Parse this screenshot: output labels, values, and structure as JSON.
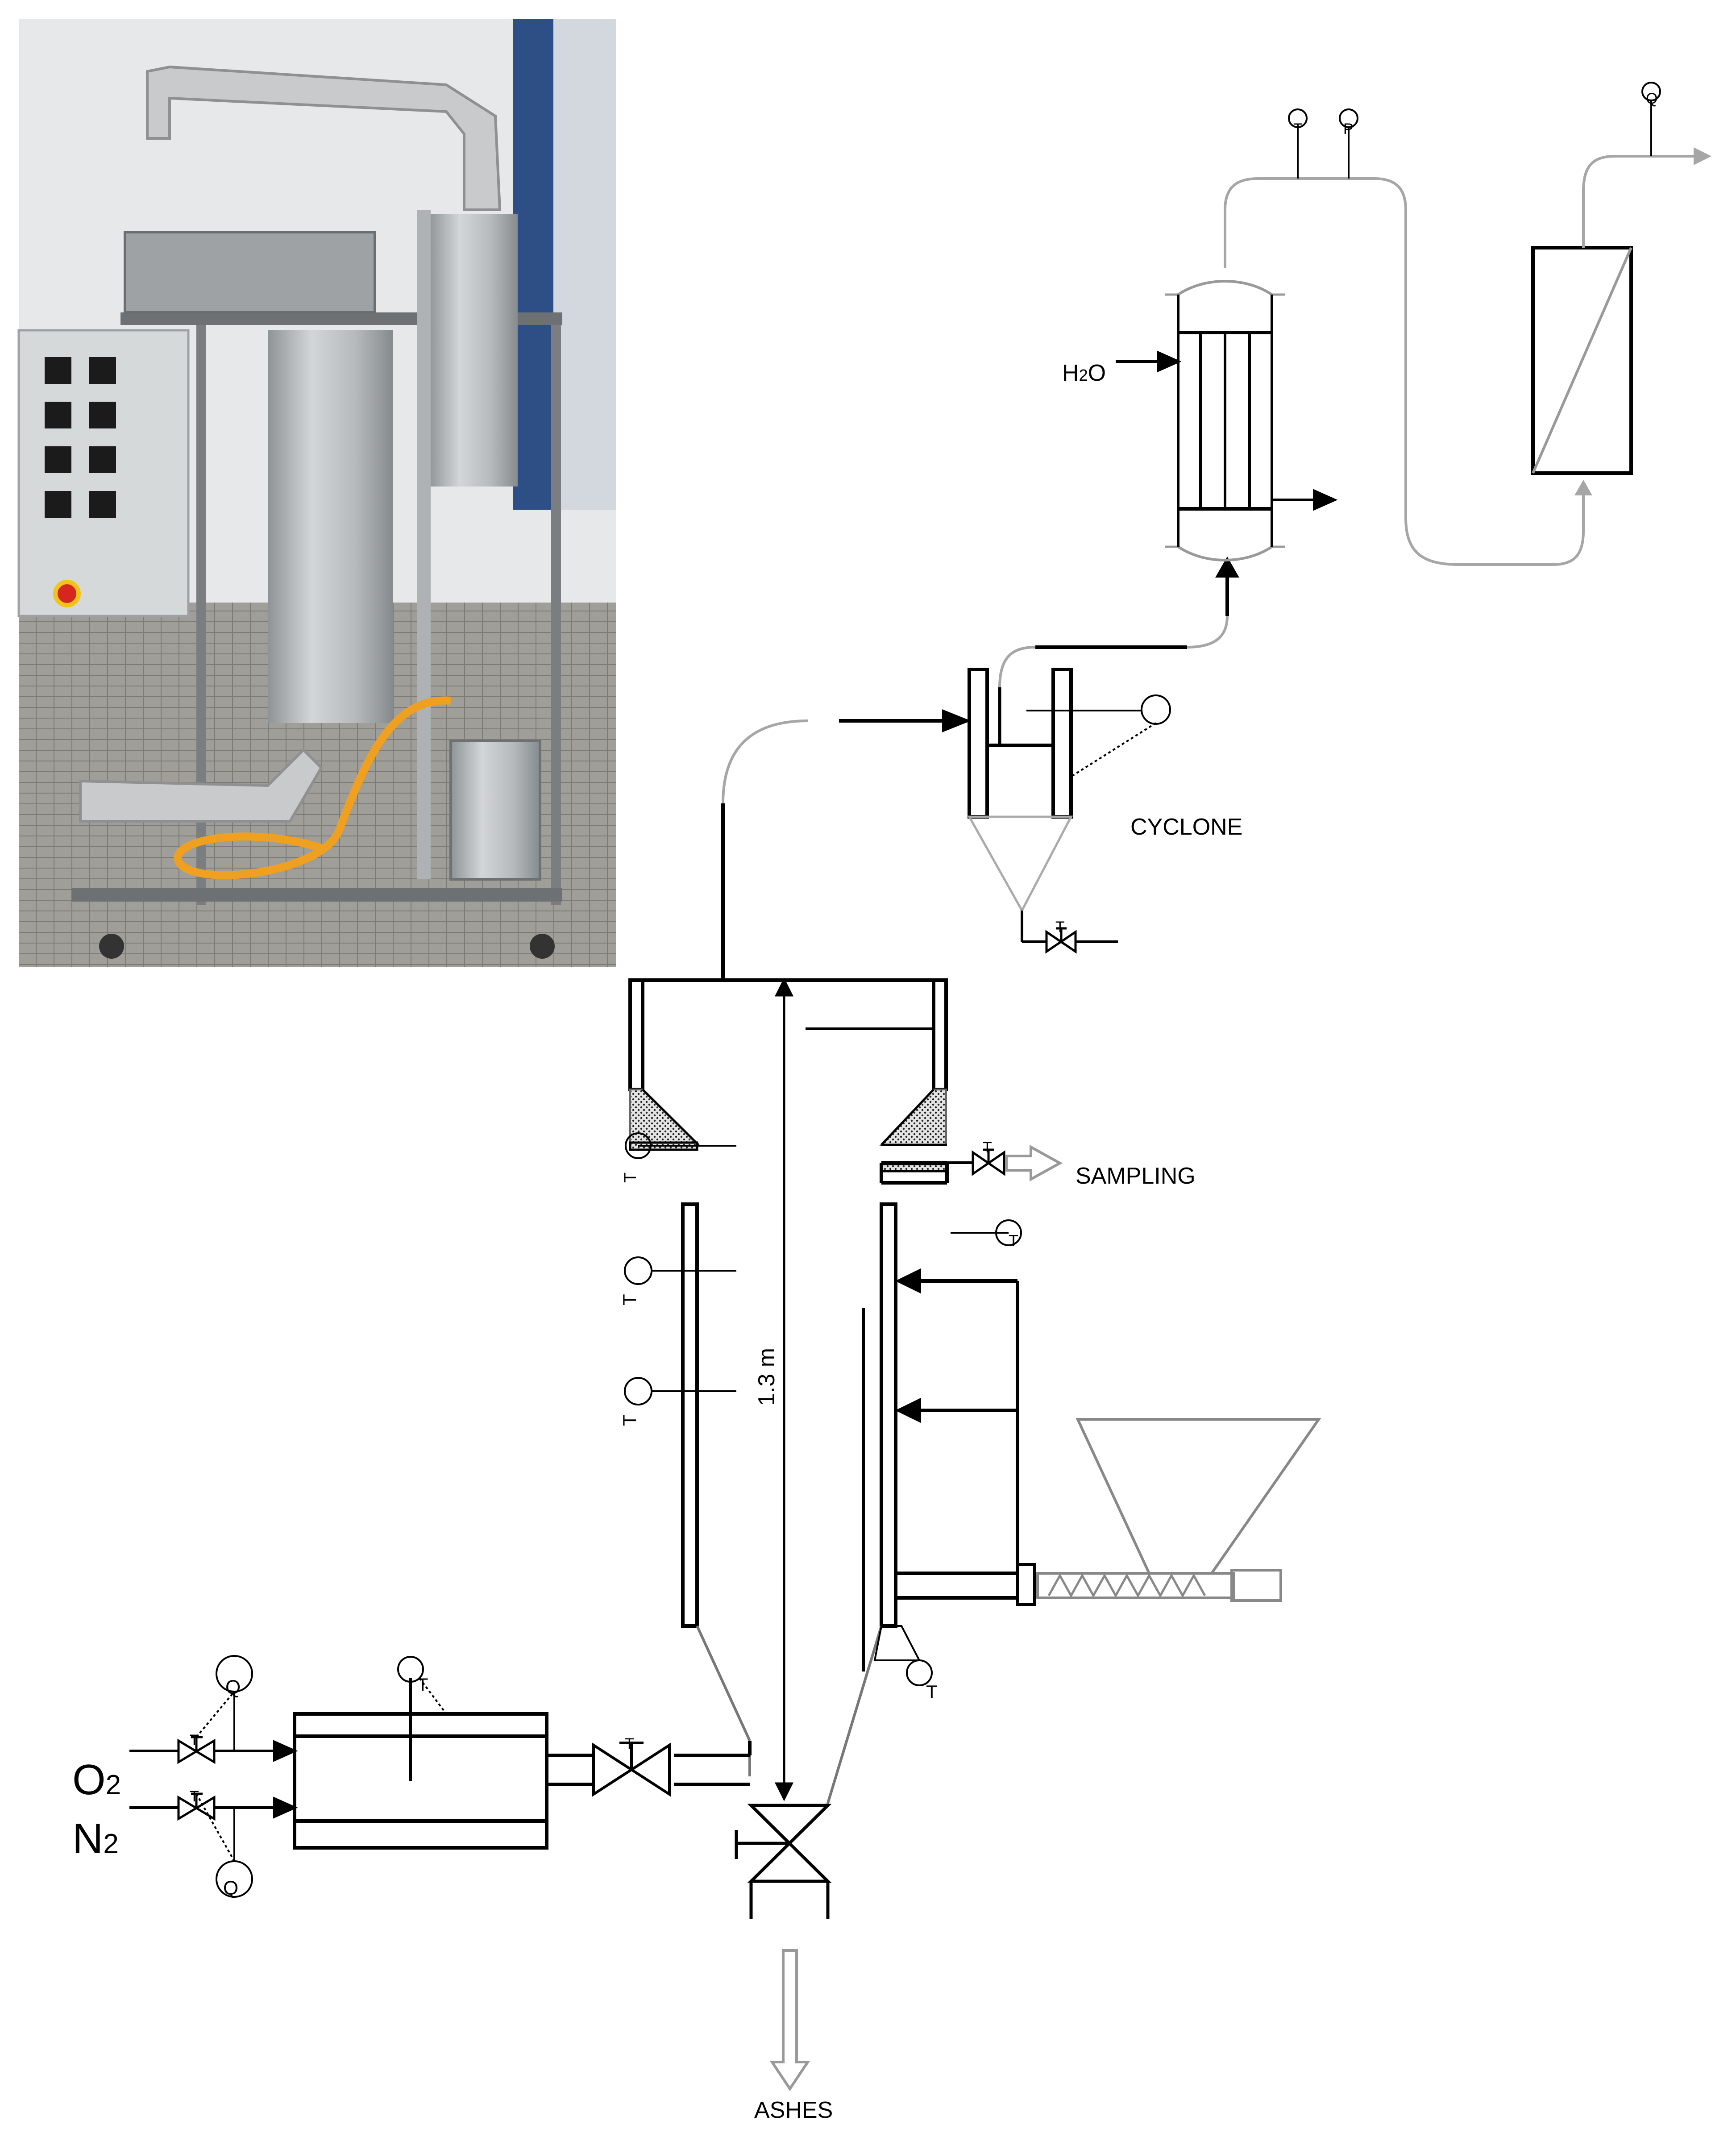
{
  "labels": {
    "cyclone": "CYCLONE",
    "sampling": "SAMPLING",
    "ashes": "ASHES",
    "height": "1.3 m",
    "o2_main": "O",
    "o2_sub": "2",
    "n2_main": "N",
    "n2_sub": "2",
    "h2o_h": "H",
    "h2o_2": "2",
    "h2o_o": "O"
  },
  "instrument_letters": {
    "temperature": "T",
    "pressure": "P",
    "flow": "Q"
  },
  "colors": {
    "stroke_dark": "#000000",
    "stroke_grey": "#a6a6a6",
    "packed_fill": "#dcdcdc"
  },
  "photo": {
    "wall": "#e9ebec",
    "column": "#bfc2c4",
    "column_shadow": "#9a9ea1",
    "insulation": "#c8c9cb",
    "panel": "#d4d7d8",
    "floor": "#9c9a94",
    "hose": "#f0a020",
    "beam": "#2e4f86",
    "red_button": "#d6271f",
    "yellow_plate": "#f2c31a"
  }
}
